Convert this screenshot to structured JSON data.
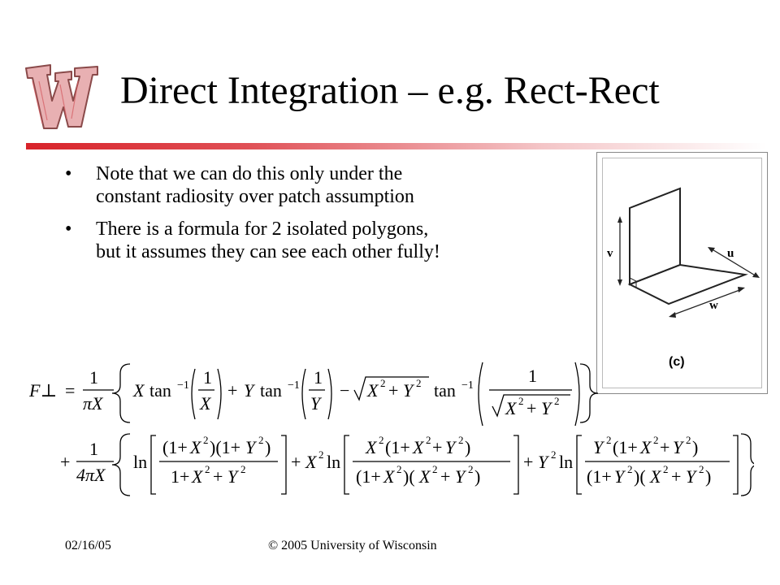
{
  "slide": {
    "title": "Direct Integration – e.g. Rect-Rect",
    "bullets": [
      "Note that we can do this only under the constant radiosity over patch assumption",
      "There is a formula for 2 isolated polygons, but it assumes they can see each other fully!"
    ],
    "bullet_symbol": "•"
  },
  "figure": {
    "labels": {
      "v": "v",
      "u": "u",
      "w": "w",
      "caption": "(c)"
    }
  },
  "formula": {
    "lhs": "F⊥",
    "description": "Form factor between two perpendicular rectangles sharing an edge, expressed in X and Y"
  },
  "footer": {
    "date": "02/16/05",
    "copyright": "© 2005 University of Wisconsin"
  },
  "colors": {
    "accent_red": "#d8232a",
    "text": "#000000"
  }
}
